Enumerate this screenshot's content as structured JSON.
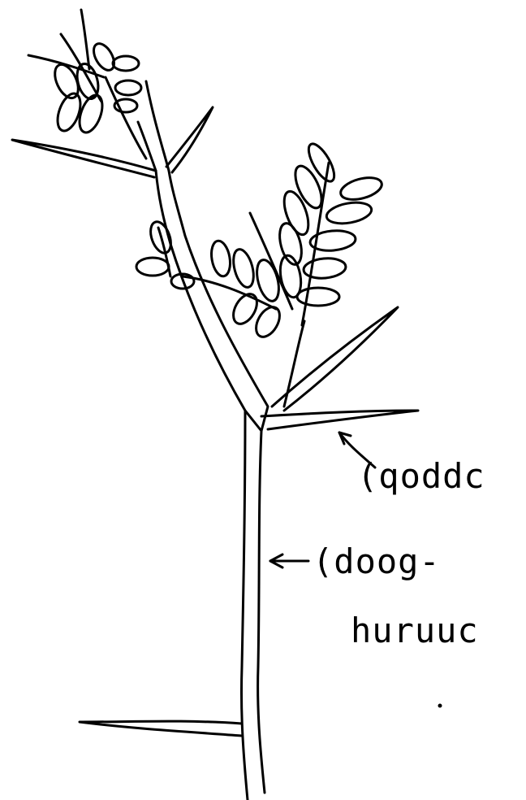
{
  "colors": {
    "ink": "#000000",
    "paper": "#ffffff"
  },
  "labels": {
    "thorn": "(qoddc",
    "stem_line1": "(doog-",
    "stem_line2": "huruuc"
  }
}
